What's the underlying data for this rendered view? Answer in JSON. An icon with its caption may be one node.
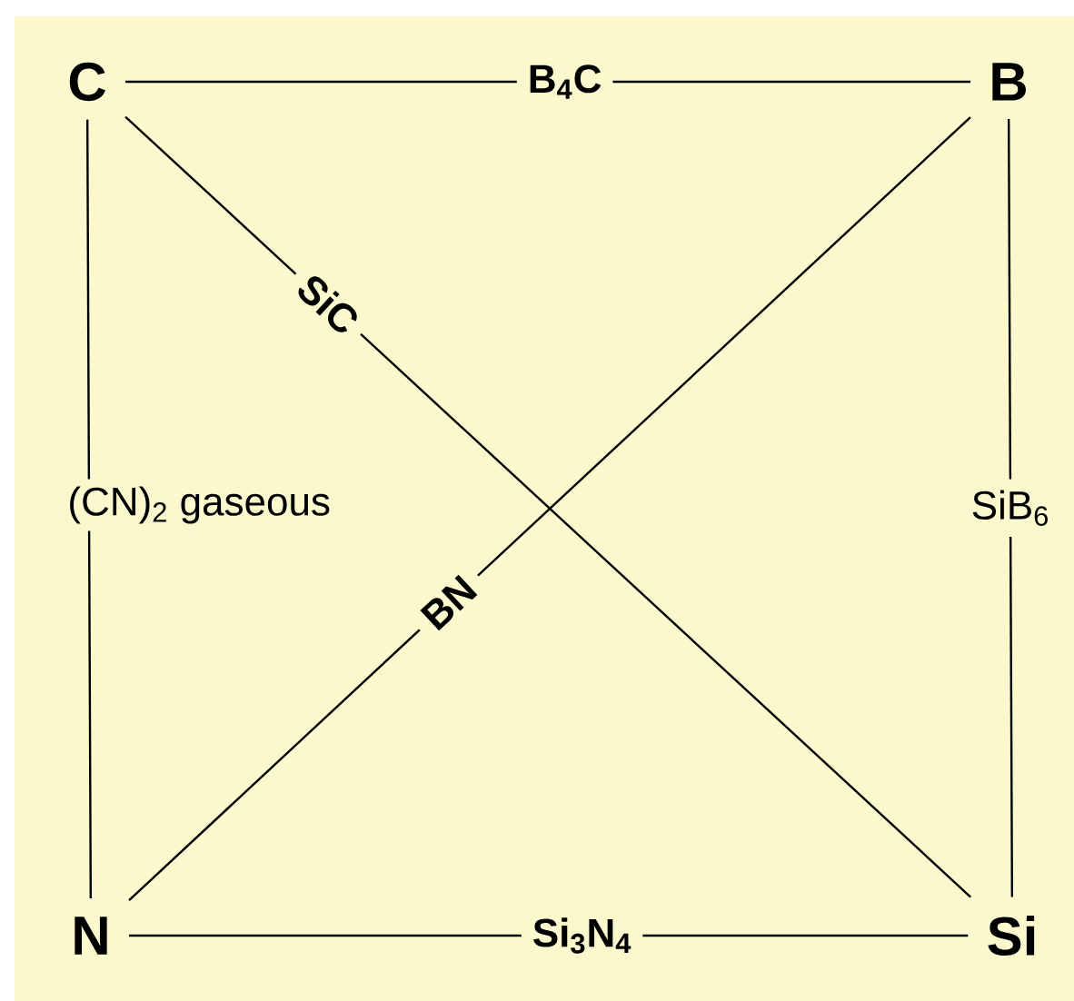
{
  "diagram": {
    "nodes": [
      {
        "text": [
          "C"
        ]
      },
      {
        "text": [
          "B"
        ]
      },
      {
        "text": [
          "N"
        ]
      },
      {
        "text": [
          "Si"
        ]
      }
    ],
    "edges": [
      {
        "from": 0,
        "to": 1,
        "arrow": "none",
        "label": "B$_{4}$C"
      },
      {
        "from": 0,
        "to": 3,
        "arrow": "none",
        "label": "SiC"
      },
      {
        "from": 0,
        "to": 2,
        "arrow": "none",
        "label": "(CN)$_{2}$ gaseous"
      },
      {
        "from": 1,
        "to": 2,
        "arrow": "none",
        "label": "BN"
      },
      {
        "from": 1,
        "to": 3,
        "arrow": "none",
        "label": "SiB$_{6}$"
      },
      {
        "from": 2,
        "to": 3,
        "arrow": "none",
        "label": "Si$_{3}$N$_{4}$"
      }
    ]
  }
}
